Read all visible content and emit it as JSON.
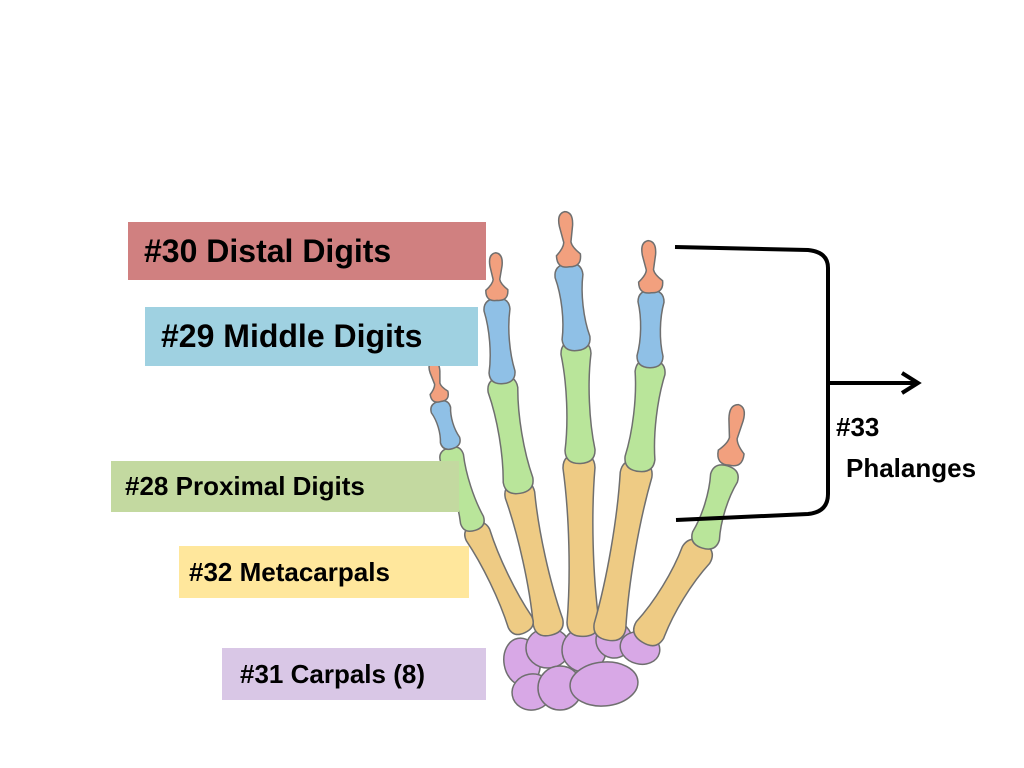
{
  "labels": {
    "distal": {
      "text": "#30 Distal Digits",
      "color": "#d08080"
    },
    "middle": {
      "text": "#29 Middle Digits",
      "color": "#9fd1e1"
    },
    "proximal": {
      "text": "#28 Proximal Digits",
      "color": "#c3d9a0"
    },
    "meta": {
      "text": "#32 Metacarpals",
      "color": "#ffe79c"
    },
    "carpals": {
      "text": "#31 Carpals (8)",
      "color": "#d9c7e6"
    }
  },
  "bracket": {
    "number": "#33",
    "name": "Phalanges"
  },
  "bone_colors": {
    "distal": "#f2a07e",
    "middle": "#8fc0e6",
    "proximal": "#b9e59a",
    "meta": "#eecb84",
    "carpal": "#d8a8e6",
    "outline": "#6f6f6f"
  }
}
